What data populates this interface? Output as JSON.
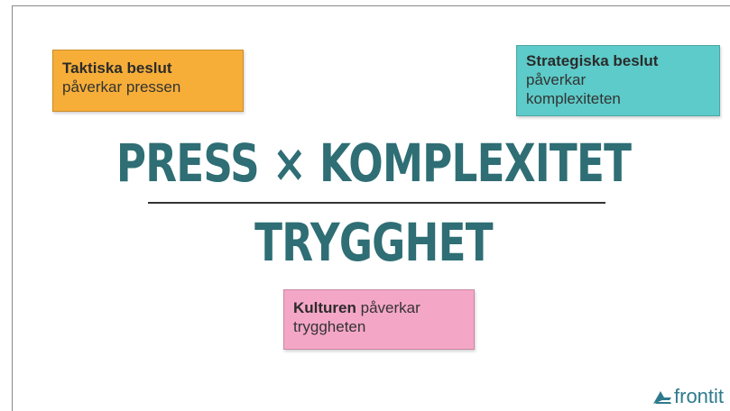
{
  "notes": {
    "tactical": {
      "title": "Taktiska beslut",
      "text": "påverkar pressen",
      "color": "#f7ae38"
    },
    "strategic": {
      "title": "Strategiska beslut",
      "text_line1": "påverkar",
      "text_line2": "komplexiteten",
      "color": "#5ccbc9"
    },
    "culture": {
      "title": "Kulturen",
      "text_inline": " påverkar",
      "text_line2": "tryggheten",
      "color": "#f4a6c6"
    }
  },
  "formula": {
    "numerator": "PRESS × KOMPLEXITET",
    "denominator": "TRYGGHET",
    "color": "#2e6e74"
  },
  "logo": {
    "text": "frontit",
    "icon": "frontit-logo-icon"
  }
}
